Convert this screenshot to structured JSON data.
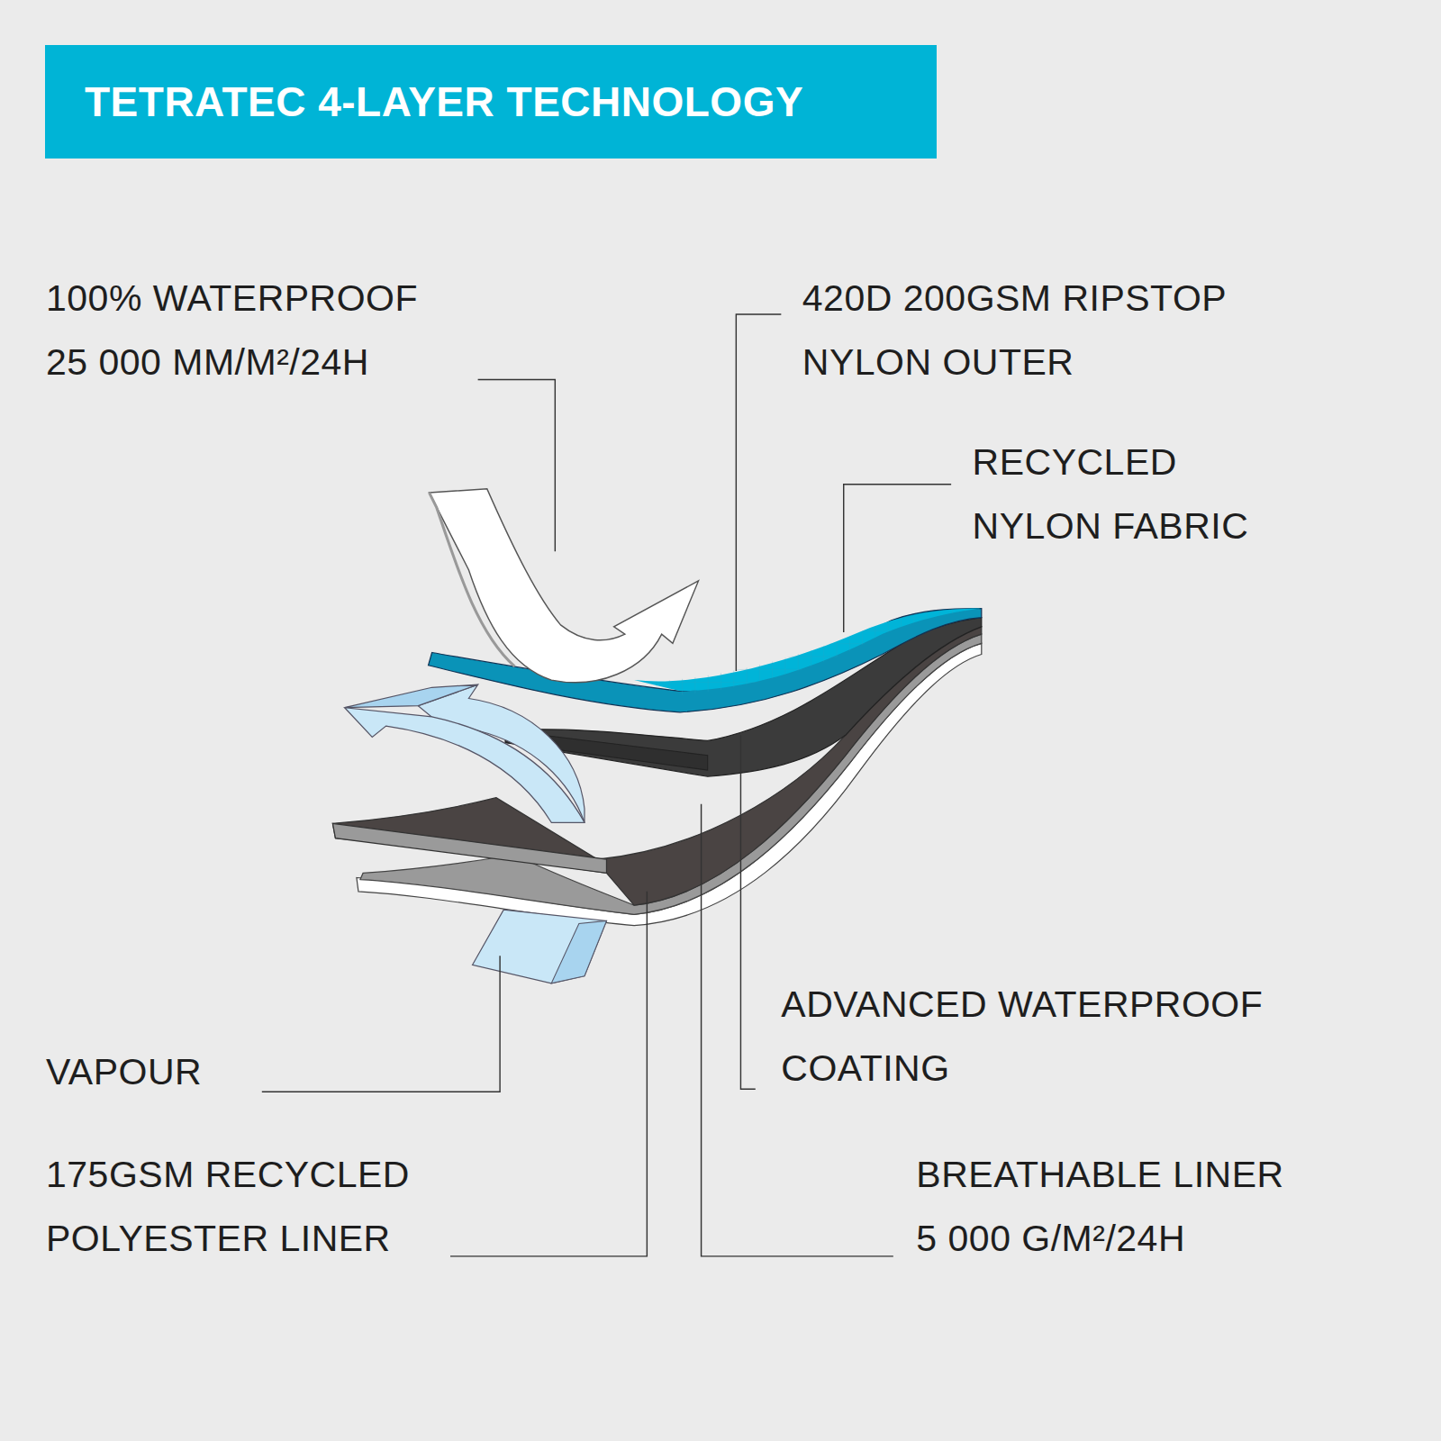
{
  "diagram": {
    "title": "TETRATEC 4-LAYER TECHNOLOGY",
    "labels": [
      "100% WATERPROOF 25 000 MM/M²/24H",
      "420D 200GSM RIPSTOP NYLON OUTER",
      "RECYCLED NYLON FABRIC",
      "ADVANCED WATERPROOF COATING",
      "VAPOUR",
      "175GSM RECYCLED POLYESTER LINER",
      "BREATHABLE LINER 5 000 G/M²/24H"
    ]
  }
}
